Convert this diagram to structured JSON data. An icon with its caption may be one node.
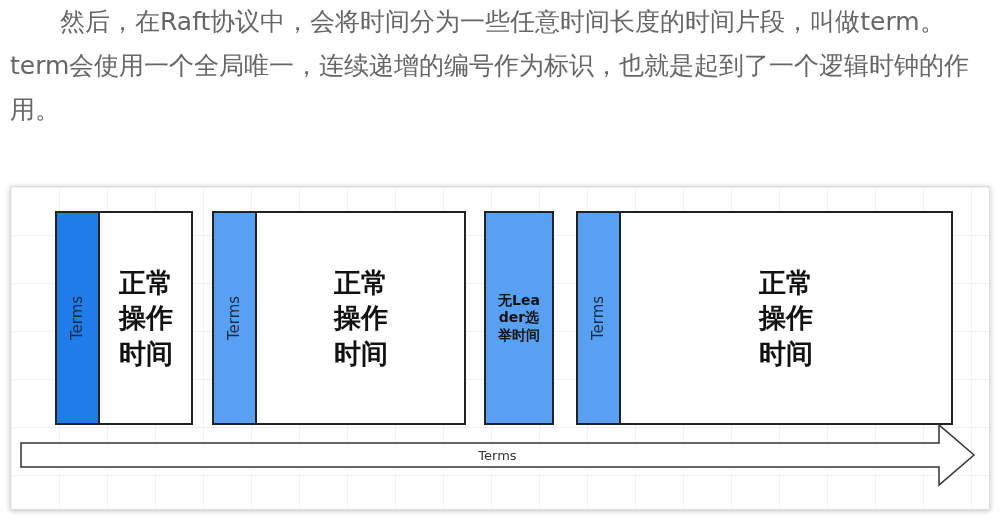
{
  "diagram": {
    "nodes": [
      {
        "text": [
          "正常操作时间"
        ]
      },
      {
        "text": [
          "Terms"
        ],
        "in": 0
      },
      {
        "text": [
          "正常操作时间"
        ]
      },
      {
        "text": [
          "Terms"
        ],
        "in": 2
      },
      {
        "text": [
          "无Leader选举时间"
        ]
      },
      {
        "text": [
          "正常操作时间"
        ]
      },
      {
        "text": [
          "Terms"
        ],
        "in": 5
      },
      {
        "text": [
          "Terms"
        ]
      }
    ],
    "labels": [
      "然后，在Raft协议中，会将时间分为一些任意时间长度的时间片段，叫做term。term会使用一个全局唯一，连续递增的编号作为标识，也就是起到了一个逻辑时钟的作用。"
    ]
  }
}
